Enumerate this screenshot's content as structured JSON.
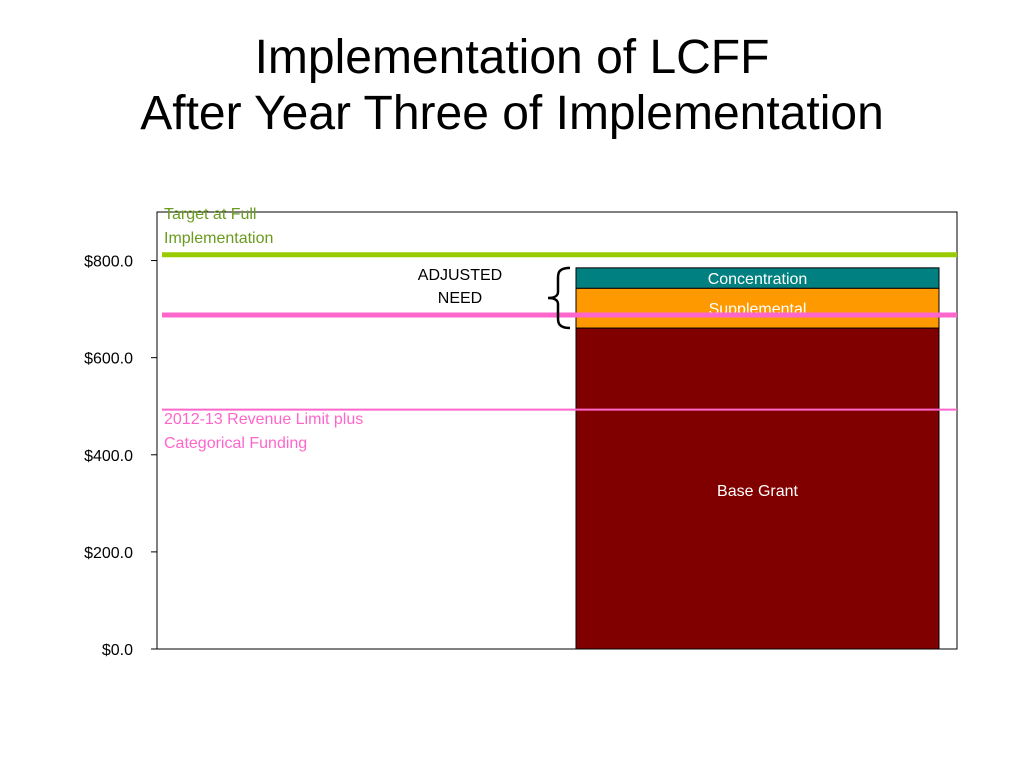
{
  "title": {
    "line1": "Implementation of LCFF",
    "line2": "After Year Three of Implementation"
  },
  "chart_data": {
    "type": "bar",
    "stacked": true,
    "ylim": [
      0,
      900
    ],
    "yticks": [
      0,
      200,
      400,
      600,
      800
    ],
    "ytick_labels": [
      "$0.0",
      "$200.0",
      "$400.0",
      "$600.0",
      "$800.0"
    ],
    "xlabel": "",
    "ylabel": "",
    "grid": false,
    "legend": "none",
    "series": [
      {
        "name": "Base Grant",
        "value": 661,
        "color": "#800000",
        "label_color": "#ffffff"
      },
      {
        "name": "Supplemental",
        "value": 82,
        "color": "#ff9900",
        "label_color": "#ffffff"
      },
      {
        "name": "Concentration",
        "value": 42,
        "color": "#008080",
        "label_color": "#ffffff"
      }
    ],
    "reference_lines": [
      {
        "value": 812,
        "color": "#99cc00",
        "label_lines": [
          "Target at Full",
          "Implementation"
        ]
      },
      {
        "value": 688,
        "color": "#ff66cc",
        "label_lines": []
      },
      {
        "value": 493,
        "color": "#ff66cc",
        "label_lines": [
          "2012-13 Revenue Limit plus",
          "Categorical Funding"
        ]
      }
    ],
    "annotation": {
      "lines": [
        "ADJUSTED",
        "NEED"
      ]
    }
  }
}
